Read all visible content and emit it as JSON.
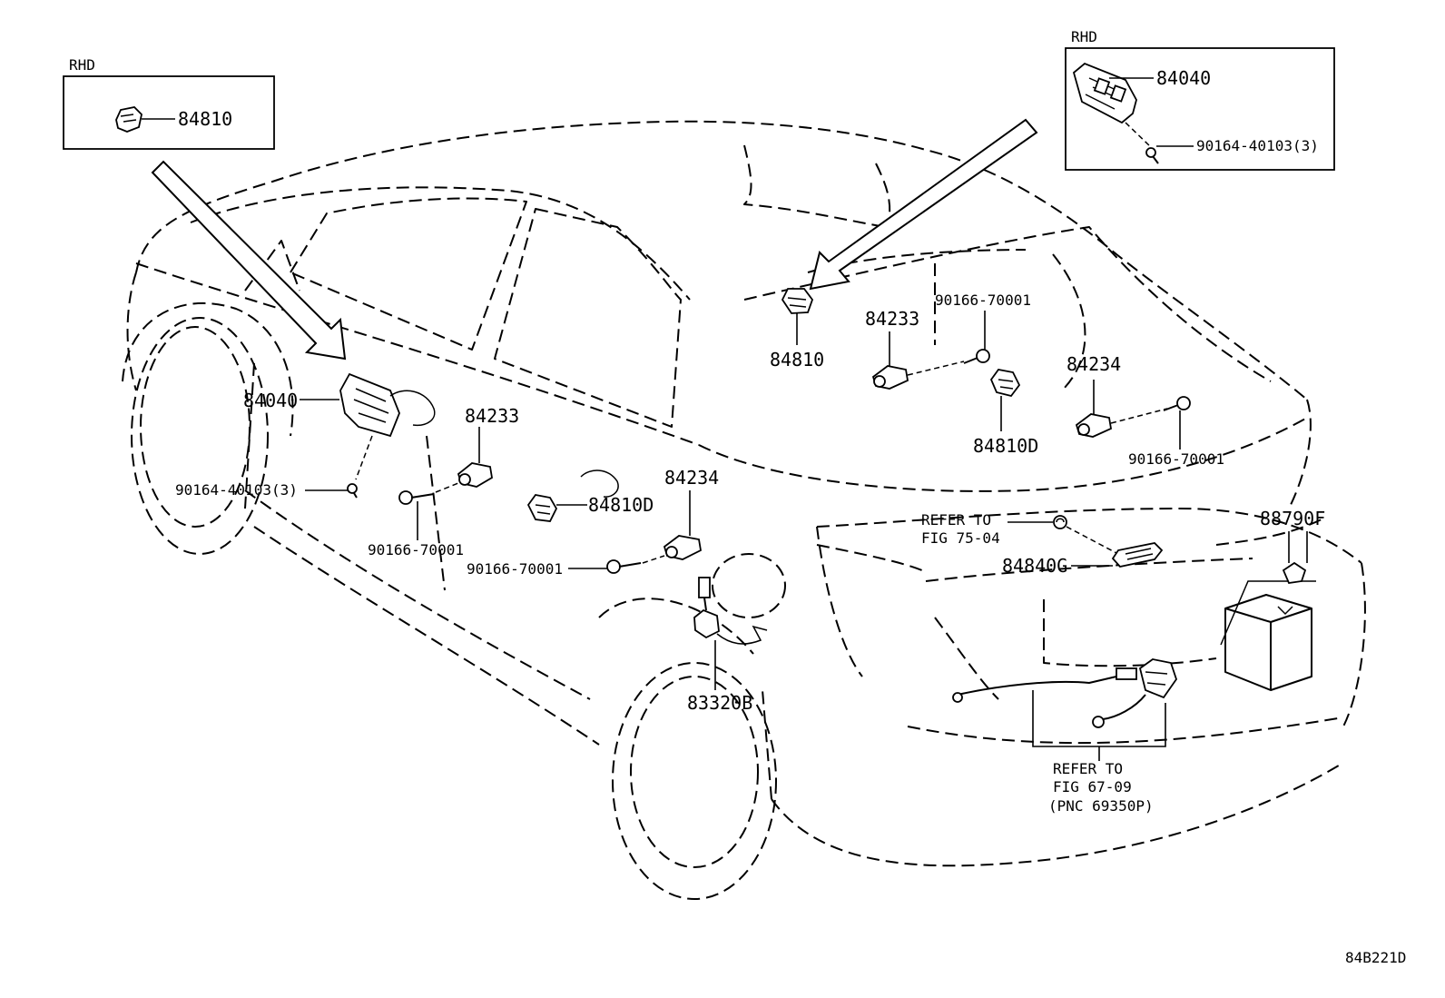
{
  "insets": {
    "left": {
      "tag": "RHD",
      "part": "84810"
    },
    "right": {
      "tag": "RHD",
      "part_switch": "84040",
      "part_screw": "90164-40103(3)"
    }
  },
  "callouts": {
    "p84040_left": "84040",
    "p90164_left": "90164-40103(3)",
    "p90166_a": "90166-70001",
    "p84233_front": "84233",
    "p84810D_front": "84810D",
    "p84234_front": "84234",
    "p90166_b": "90166-70001",
    "p83320B": "83320B",
    "p84810_center": "84810",
    "p84233_rear": "84233",
    "p90166_c": "90166-70001",
    "p84234_rear": "84234",
    "p84810D_rear": "84810D",
    "p90166_d": "90166-70001",
    "refer1_line1": "REFER TO",
    "refer1_line2": "FIG 75-04",
    "p84840G": "84840G",
    "p88790F": "88790F",
    "refer2_line1": "REFER TO",
    "refer2_line2": "FIG 67-09",
    "refer2_line3": "(PNC 69350P)"
  },
  "figure_id": "84B221D"
}
